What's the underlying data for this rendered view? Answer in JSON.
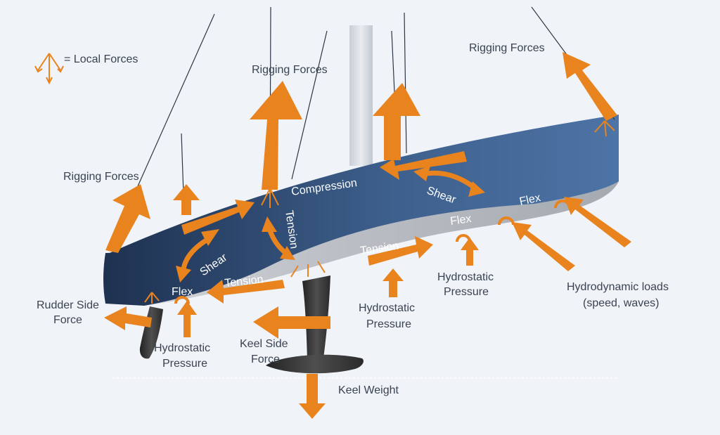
{
  "legend": {
    "text": "= Local Forces"
  },
  "labels": {
    "rigging_forces_center": "Rigging Forces",
    "rigging_forces_left": "Rigging Forces",
    "rigging_forces_right": "Rigging Forces",
    "compression": "Compression",
    "shear_right": "Shear",
    "shear_left": "Shear",
    "tension_vertical": "Tension",
    "tension_left": "Tension",
    "tension_mid": "Tension",
    "flex_left": "Flex",
    "flex_mid": "Flex",
    "flex_right": "Flex",
    "hydrostatic_right_1": "Hydrostatic",
    "hydrostatic_right_2": "Pressure",
    "hydrostatic_mid_1": "Hydrostatic",
    "hydrostatic_mid_2": "Pressure",
    "hydrostatic_left_1": "Hydrostatic",
    "hydrostatic_left_2": "Pressure",
    "hydrodynamic_1": "Hydrodynamic loads",
    "hydrodynamic_2": "(speed, waves)",
    "rudder_side_1": "Rudder Side",
    "rudder_side_2": "Force",
    "keel_side_1": "Keel Side",
    "keel_side_2": "Force",
    "keel_weight": "Keel Weight"
  },
  "colors": {
    "arrow": "#e8831e",
    "hull_top": "#3a5f8f",
    "hull_bottom": "#b4b8bf",
    "background": "#f0f3f8"
  }
}
